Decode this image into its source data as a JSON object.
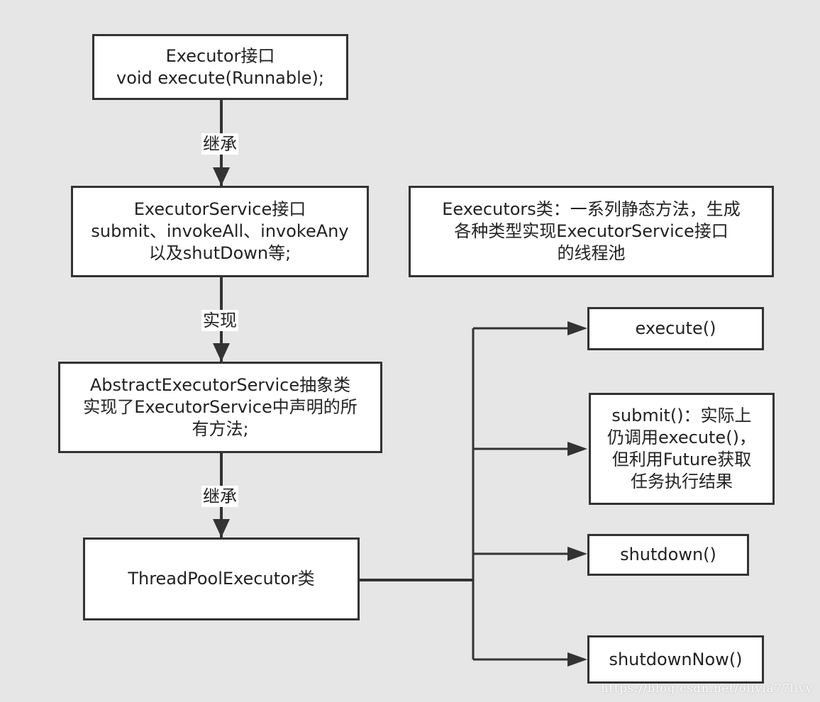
{
  "nodes": {
    "executor_interface": "Executor接口\nvoid execute(Runnable);",
    "executor_service": "ExecutorService接口\nsubmit、invokeAll、invokeAny\n以及shutDown等;",
    "executors_class": "Eexecutors类：一系列静态方法，生成\n各种类型实现ExecutorService接口\n的线程池",
    "abstract_executor_service": "AbstractExecutorService抽象类\n实现了ExecutorService中声明的所\n有方法;",
    "thread_pool_executor": "ThreadPoolExecutor类",
    "execute_method": "execute()",
    "submit_method": "submit()：实际上\n仍调用execute()，\n但利用Future获取\n任务执行结果",
    "shutdown_method": "shutdown()",
    "shutdown_now_method": "shutdownNow()"
  },
  "edges": {
    "inherit_1": "继承",
    "implement": "实现",
    "inherit_2": "继承"
  },
  "watermark": "https://blog.csdn.net/olivia77livy",
  "colors": {
    "background": "#e6e6e6",
    "box_fill": "#ffffff",
    "stroke": "#333333"
  }
}
